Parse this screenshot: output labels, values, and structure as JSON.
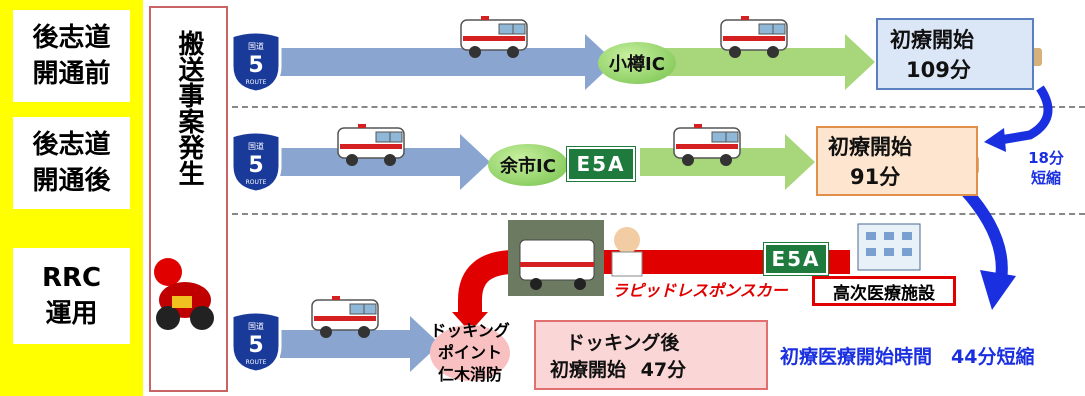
{
  "rows": [
    {
      "label_line1": "後志道",
      "label_line2": "開通前"
    },
    {
      "label_line1": "後志道",
      "label_line2": "開通後"
    },
    {
      "label_line1": "RRC",
      "label_line2": "運用"
    }
  ],
  "vertical_label": "搬送事案発生",
  "route": {
    "top": "国道",
    "number": "5",
    "bottom": "ROUTE"
  },
  "row1": {
    "ic": "小樽IC",
    "result_title": "初療開始",
    "result_time": "109分"
  },
  "row2": {
    "ic": "余市IC",
    "expressway": "E5A",
    "result_title": "初療開始",
    "result_time": "91分"
  },
  "reduction1": {
    "line1": "18分",
    "line2": "短縮"
  },
  "row3": {
    "expressway": "E5A",
    "rapid_car": "ラピッドレスポンスカー",
    "hospital": "高次医療施設",
    "docking_line1": "ドッキング",
    "docking_line2": "ポイント",
    "docking_line3": "仁木消防",
    "result_line1": "ドッキング後",
    "result_line2": "初療開始",
    "result_time": "47分"
  },
  "summary": "初療医療開始時間　44分短縮",
  "colors": {
    "highlight": "#ffff00",
    "arrow_blue": "#8aa6d0",
    "arrow_green": "#a7d77a",
    "arrow_red": "#e00000",
    "accent_blue": "#1a2fe0"
  }
}
